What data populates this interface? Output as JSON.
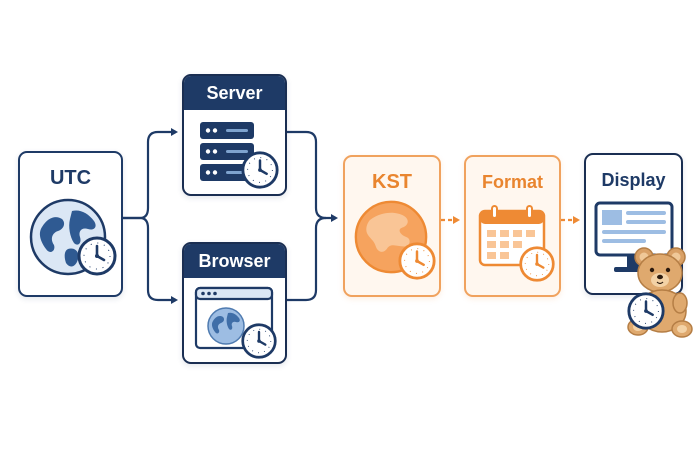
{
  "nodes": {
    "utc": {
      "label": "UTC"
    },
    "server": {
      "label": "Server"
    },
    "browser": {
      "label": "Browser"
    },
    "kst": {
      "label": "KST"
    },
    "format": {
      "label": "Format"
    },
    "display": {
      "label": "Display"
    }
  },
  "colors": {
    "navy": "#1e3a66",
    "orange": "#ee8a34",
    "orange_light": "#fff7ef"
  },
  "icons": {
    "utc": [
      "globe-icon",
      "clock-icon"
    ],
    "server": [
      "server-rack-icon",
      "clock-icon"
    ],
    "browser": [
      "browser-window-icon",
      "globe-icon",
      "clock-icon"
    ],
    "kst": [
      "globe-asia-icon",
      "clock-icon"
    ],
    "format": [
      "calendar-icon",
      "clock-icon"
    ],
    "display": [
      "monitor-icon",
      "teddy-bear-icon",
      "clock-icon"
    ]
  }
}
